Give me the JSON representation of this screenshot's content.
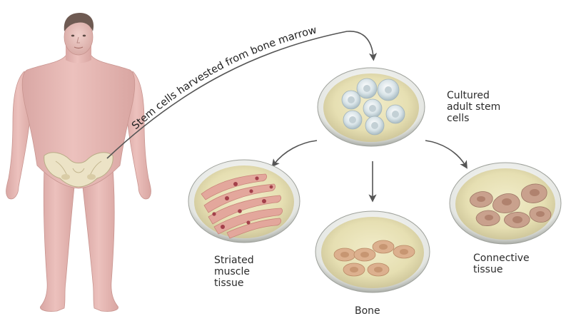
{
  "harvest_label": "Stem cells harvested from bone marrow",
  "dishes": {
    "cultured": {
      "lines": [
        "Cultured",
        "adult stem",
        "cells"
      ]
    },
    "muscle": {
      "lines": [
        "Striated",
        "muscle",
        "tissue"
      ]
    },
    "bone": {
      "lines": [
        "Bone"
      ]
    },
    "connective": {
      "lines": [
        "Connective",
        "tissue"
      ]
    }
  },
  "colors": {
    "skin": "#e9b9b6",
    "pelvis": "#ece3c6",
    "dish_medium": "#e7e0b4",
    "stem_cell": "#c8d6dc",
    "muscle_fiber": "#e3a79c",
    "bone_cell": "#dcb08e",
    "connective_cell": "#c9a18d"
  }
}
